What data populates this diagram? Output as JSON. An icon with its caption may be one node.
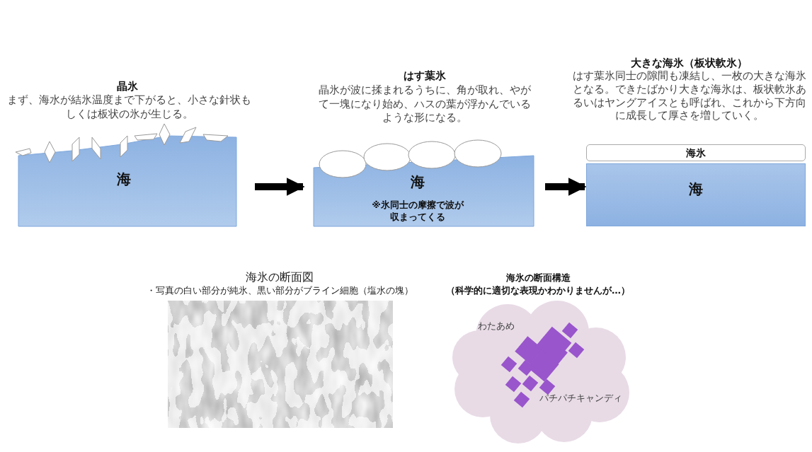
{
  "diagram": {
    "nodes": [
      {
        "text": [
          "晶氷",
          "まず、海水が結氷温度まで下がると、小さな針状もしくは板状の氷が生じる。",
          "海"
        ]
      },
      {
        "text": [
          "はす葉氷",
          "晶氷が波に揉まれるうちに、角が取れ、やがて一塊になり始め、ハスの葉が浮かんでいるような形になる。",
          "海",
          "※氷同士の摩擦で波が収まってくる"
        ]
      },
      {
        "text": [
          "大きな海氷（板状軟氷）",
          "はす葉氷同士の隙間も凍結し、一枚の大きな海氷となる。できたばかり大きな海氷は、板状軟氷あるいはヤングアイスとも呼ばれ、これから下方向に成長して厚さを増していく。",
          "海氷"
        ]
      },
      {
        "text": [
          "海"
        ]
      },
      {
        "text": [
          "海氷の断面図",
          "・写真の白い部分が純氷、黒い部分がブライン細胞（塩水の塊）"
        ]
      },
      {
        "text": [
          "海氷の断面構造",
          "（科学的に適切な表現かわかりませんが…）",
          "わたあめ",
          "パチパチキャンディ"
        ]
      }
    ],
    "edges": [
      {
        "from": 0,
        "to": 1,
        "arrow": "to"
      },
      {
        "from": 1,
        "to": 3,
        "arrow": "to"
      }
    ]
  }
}
